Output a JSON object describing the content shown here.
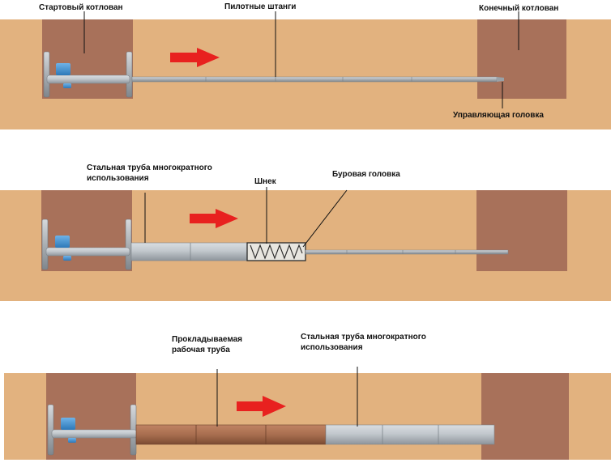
{
  "panels": [
    {
      "labels": {
        "start_pit": "Стартовый котлован",
        "pilot_rods": "Пилотные штанги",
        "end_pit": "Конечный котлован",
        "steering_head": "Управляющая головка"
      }
    },
    {
      "labels": {
        "steel_pipe": "Стальная труба многократного\nиспользования",
        "auger": "Шнек",
        "drill_head": "Буровая головка"
      }
    },
    {
      "labels": {
        "work_pipe": "Прокладываемая\nрабочая труба",
        "steel_pipe": "Стальная труба многократного\nиспользования"
      }
    }
  ],
  "colors": {
    "ground": "#e2b27f",
    "pit": "#a8715a",
    "arrow": "#e8211f",
    "steel": "#b5bcc3",
    "work_pipe": "#a86e4f",
    "jack_blue": "#3f8fd0"
  },
  "icons": [
    "direction-arrow-icon",
    "hydraulic-jack-icon"
  ]
}
